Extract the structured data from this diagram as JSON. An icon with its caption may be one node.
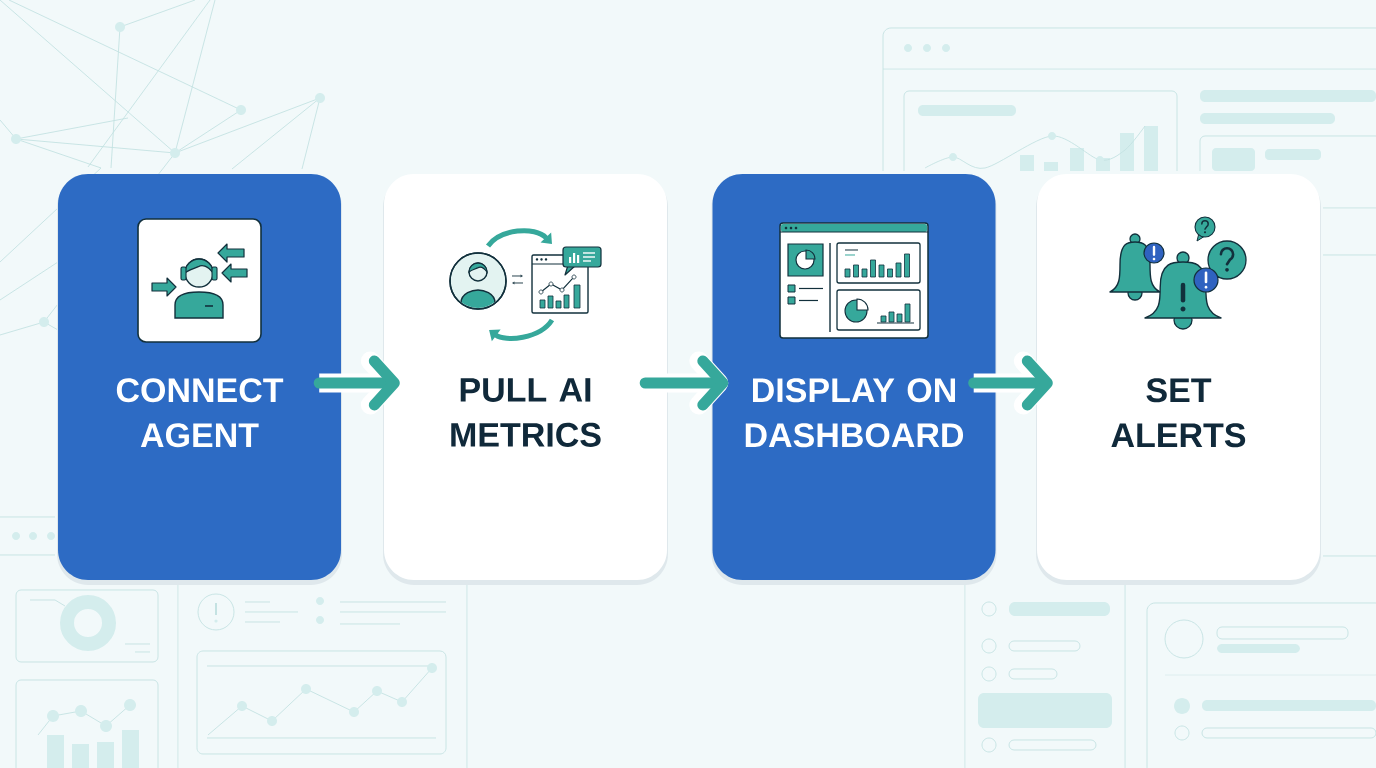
{
  "diagram": {
    "nodes": [
      {
        "text": [
          "CONNECT AGENT"
        ]
      },
      {
        "text": [
          "PULL AI METRICS"
        ]
      },
      {
        "text": [
          "DISPLAY ON DASHBOARD"
        ]
      },
      {
        "text": [
          "SET ALERTS"
        ]
      }
    ],
    "edges": [
      {
        "from": 0,
        "to": 1,
        "arrow": "to"
      },
      {
        "from": 1,
        "to": 2,
        "arrow": "to"
      },
      {
        "from": 2,
        "to": 3,
        "arrow": "to"
      }
    ]
  }
}
